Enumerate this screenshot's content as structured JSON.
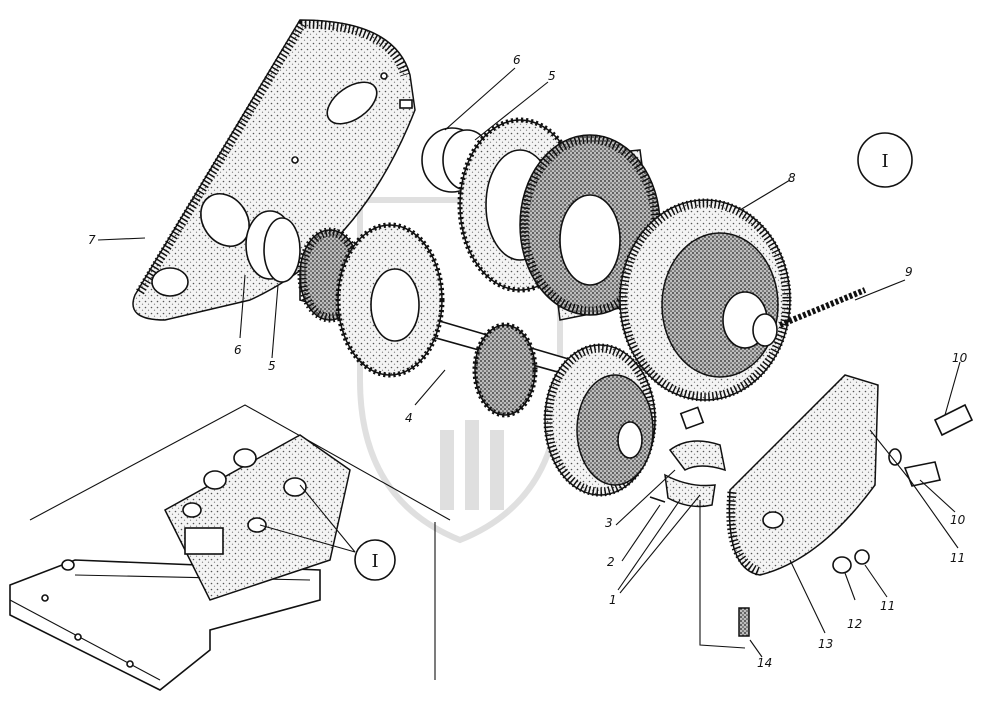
{
  "labels": {
    "p1": "1",
    "p2": "2",
    "p3": "3",
    "p4": "4",
    "p5a": "5",
    "p5b": "5",
    "p6a": "6",
    "p6b": "6",
    "p7": "7",
    "p8": "8",
    "p9": "9",
    "p10a": "10",
    "p10b": "10",
    "p11a": "11",
    "p11b": "11",
    "p12": "12",
    "p13": "13",
    "p14": "14"
  },
  "callouts": {
    "detail_main": "I",
    "detail_inset": "I"
  }
}
